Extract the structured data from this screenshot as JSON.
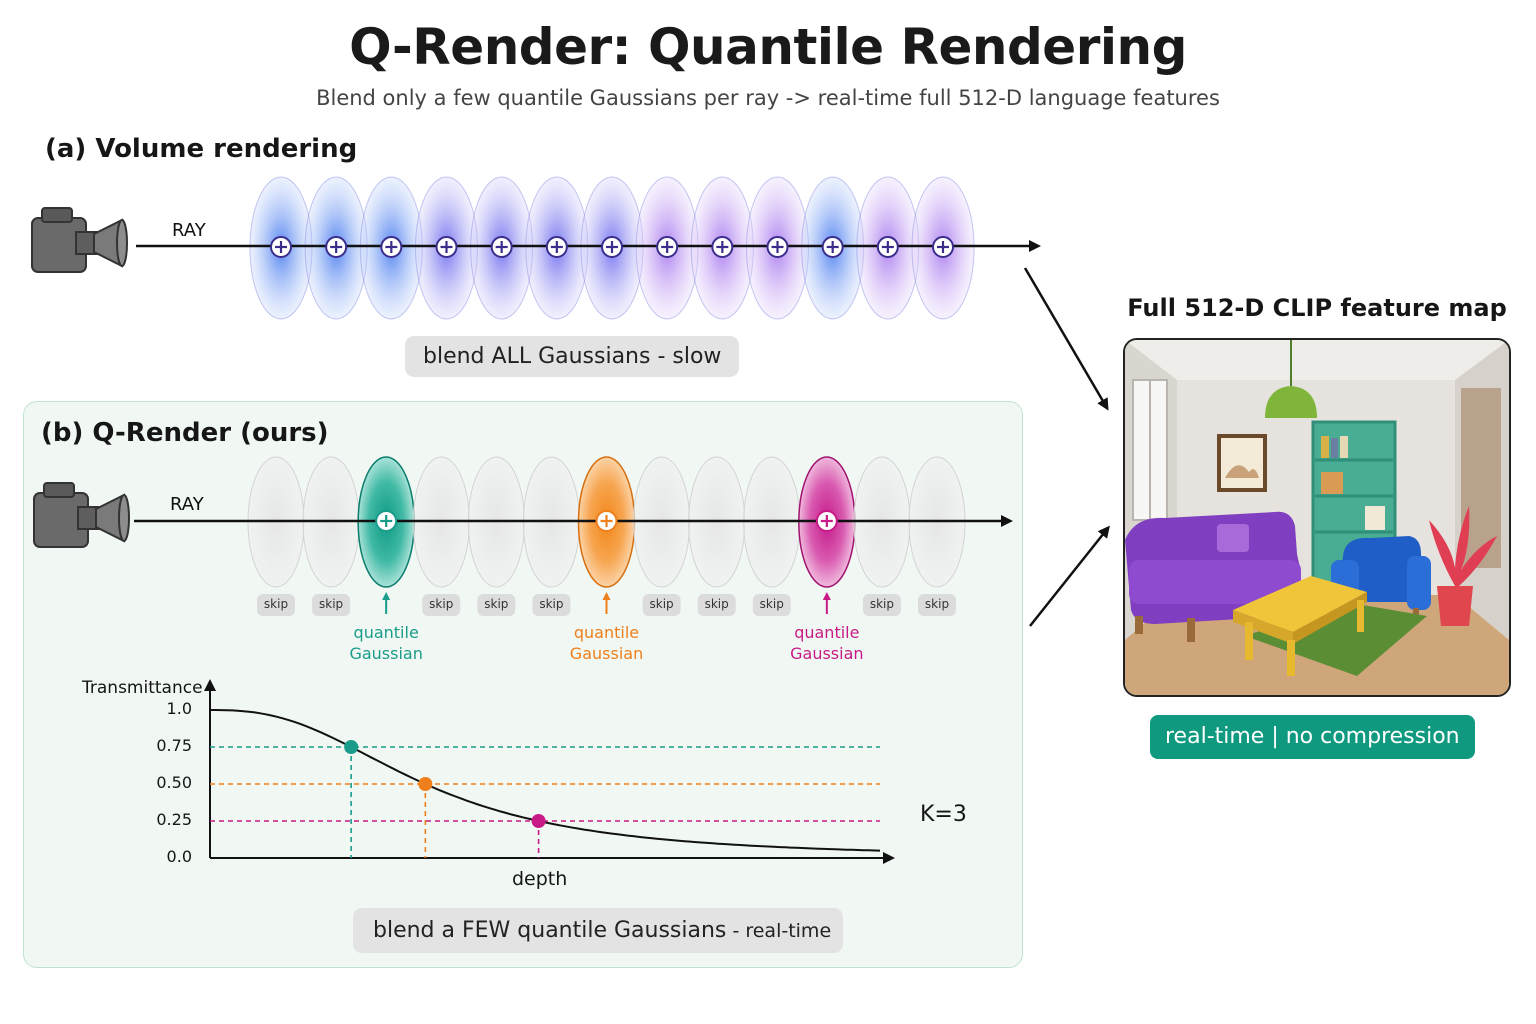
{
  "header": {
    "title": "Q-Render: Quantile Rendering",
    "subtitle": "Blend only a few quantile Gaussians per ray -> real-time full 512-D language features"
  },
  "panel_a": {
    "title": "(a) Volume rendering",
    "ray_label": "RAY",
    "gaussian_count": 13,
    "caption": "blend ALL Gaussians - slow"
  },
  "panel_b": {
    "title": "(b) Q-Render (ours)",
    "ray_label": "RAY",
    "skip_label": "skip",
    "quantile_line1": "quantile",
    "quantile_line2": "Gaussian",
    "caption_main": "blend a FEW quantile Gaussians",
    "caption_tail": " - real-time",
    "k_label": "K=3",
    "plot": {
      "y_label": "Transmittance",
      "x_label": "depth",
      "y_ticks": [
        "1.0",
        "0.75",
        "0.50",
        "0.25",
        "0.0"
      ],
      "quantile_levels": [
        0.75,
        0.5,
        0.25
      ]
    }
  },
  "result": {
    "title": "Full 512-D CLIP feature map",
    "badge": "real-time | no compression"
  },
  "colors": {
    "teal": "#1a9c8a",
    "orange": "#ee7f1c",
    "magenta": "#c81a86",
    "blue_start": "#5b8ff0",
    "violet_end": "#b27ef0"
  }
}
